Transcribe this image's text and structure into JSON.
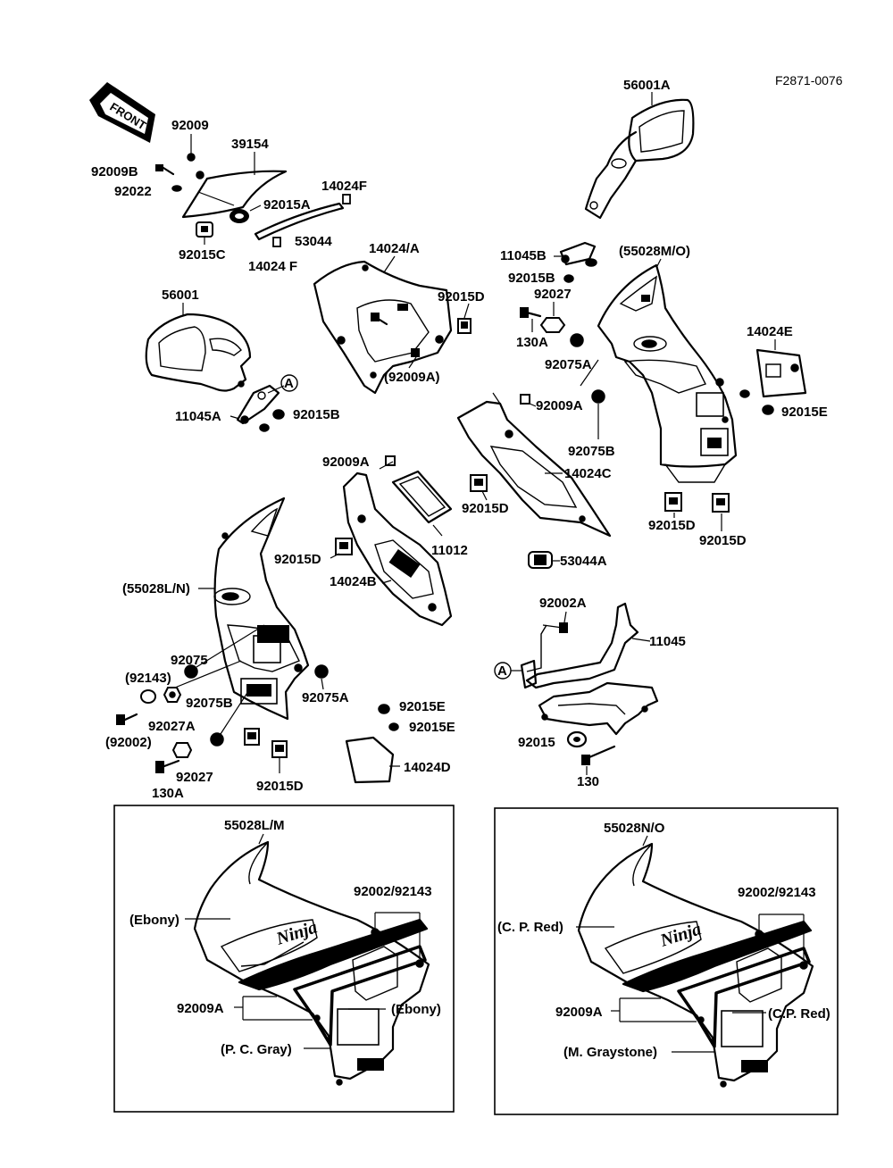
{
  "header": {
    "code": "F2871-0076"
  },
  "front_arrow": {
    "text": "FRONT"
  },
  "labels": {
    "p92009": "92009",
    "p39154": "39154",
    "p92009B": "92009B",
    "p92022": "92022",
    "p14024F_top": "14024F",
    "p92015A": "92015A",
    "p53044": "53044",
    "p92015C": "92015C",
    "p14024F_bot": "14024 F",
    "p56001A": "56001A",
    "p11045B": "11045B",
    "p55028MO": "(55028M/O)",
    "p92015B_top": "92015B",
    "p92027_top": "92027",
    "p130A_top": "130A",
    "p92075A_top": "92075A",
    "p14024E": "14024E",
    "p92015E_right": "92015E",
    "p92075B_top": "92075B",
    "p14024A": "14024/A",
    "p92015D_a": "92015D",
    "p92009A_paren": "(92009A)",
    "p56001": "56001",
    "p11045A": "11045A",
    "p92015B_left": "92015B",
    "p92009A_mid": "92009A",
    "p14024C": "14024C",
    "p92009A_left": "92009A",
    "p92015D_b": "92015D",
    "p11012": "11012",
    "p92015D_c": "92015D",
    "p92015D_d": "92015D",
    "p92015D_e": "92015D",
    "p53044A": "53044A",
    "p14024B": "14024B",
    "p55028LN": "(55028L/N)",
    "p92002A": "92002A",
    "p11045": "11045",
    "p92075": "92075",
    "p92143": "(92143)",
    "p92075B": "92075B",
    "p92075A": "92075A",
    "p92027A": "92027A",
    "p92002": "(92002)",
    "p92015E_a": "92015E",
    "p92015E_b": "92015E",
    "p92015": "92015",
    "p14024D": "14024D",
    "p92027_bot": "92027",
    "p130A_bot": "130A",
    "p92015D_f": "92015D",
    "p130": "130",
    "circleA_1": "A",
    "circleA_2": "A"
  },
  "left_box": {
    "title": "55028L/M",
    "bolts": "92002/92143",
    "color_top": "(Ebony)",
    "color_inner": "(Ebony)",
    "screw": "92009A",
    "color_lower": "(P. C. Gray)",
    "logo": "Ninja"
  },
  "right_box": {
    "title": "55028N/O",
    "bolts": "92002/92143",
    "color_top": "(C. P. Red)",
    "color_inner": "(C.P. Red)",
    "screw": "92009A",
    "color_lower": "(M. Graystone)",
    "logo": "Ninja"
  }
}
